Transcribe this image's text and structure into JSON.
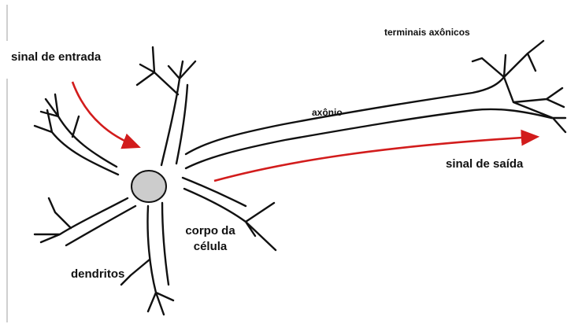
{
  "labels": {
    "input_signal": "sinal de entrada",
    "axon_terminals": "terminais axônicos",
    "axon": "axônio",
    "output_signal": "sinal de saída",
    "cell_body_line1": "corpo da",
    "cell_body_line2": "célula",
    "dendrites": "dendritos"
  },
  "colors": {
    "outline": "#111111",
    "nucleus_fill": "#cccccc",
    "signal_arrow": "#d21c1c",
    "background": "#ffffff"
  }
}
